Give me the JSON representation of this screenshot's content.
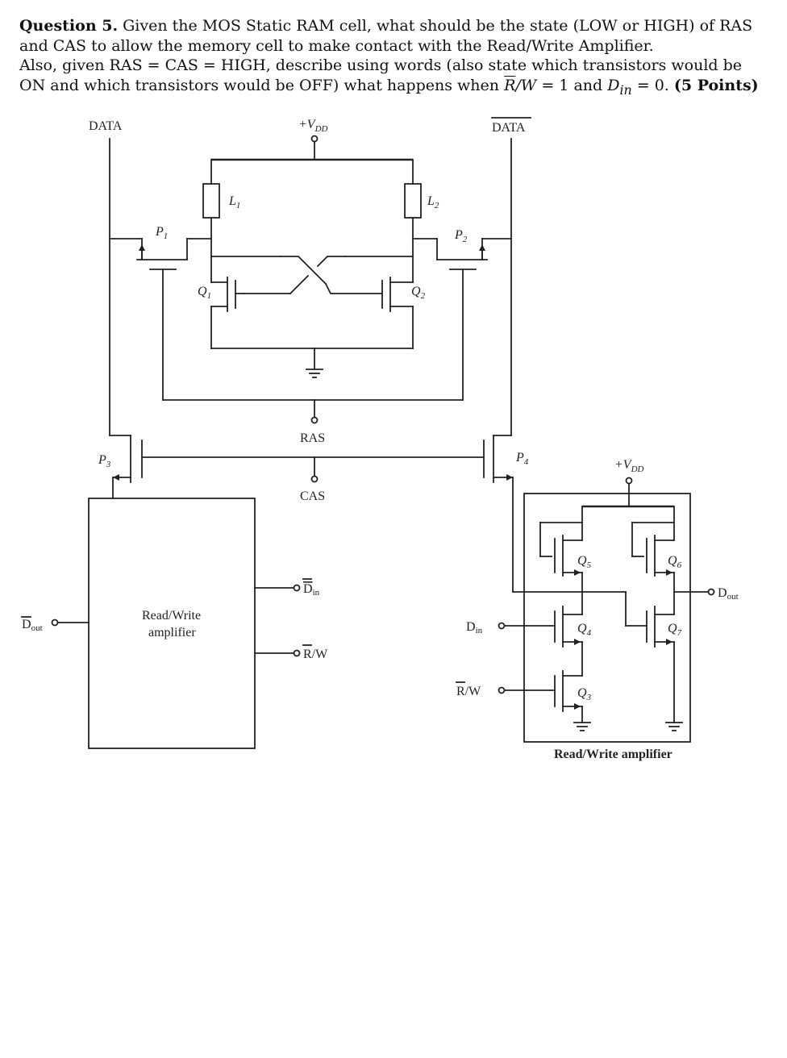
{
  "question": {
    "line1_bold": "Question 5.",
    "line1_rest": " Given the MOS Static RAM cell, what should be the state (LOW or HIGH) of RAS and CAS to allow the memory cell to make contact with the Read/Write Amplifier.",
    "line2_a": "Also, given RAS = CAS = HIGH, describe using words (also state which transistors would be ON and which transistors would be OFF) what happens when ",
    "rw_r": "R",
    "rw_rest": "/W",
    "line2_b": " = 1 and ",
    "din_d": "D",
    "din_sub": "in",
    "line2_c": " = 0. ",
    "points": "(5 Points)"
  },
  "diagram": {
    "data_left": "DATA",
    "data_right": "DATA",
    "vdd_top": "+V",
    "vdd_top_sub": "DD",
    "vdd_amp": "+V",
    "vdd_amp_sub": "DD",
    "L1": "L",
    "L1_sub": "1",
    "L2": "L",
    "L2_sub": "2",
    "P1": "P",
    "P1_sub": "1",
    "P2": "P",
    "P2_sub": "2",
    "P3": "P",
    "P3_sub": "3",
    "P4": "P",
    "P4_sub": "4",
    "Q1": "Q",
    "Q1_sub": "1",
    "Q2": "Q",
    "Q2_sub": "2",
    "Q3": "Q",
    "Q3_sub": "3",
    "Q4": "Q",
    "Q4_sub": "4",
    "Q5": "Q",
    "Q5_sub": "5",
    "Q6": "Q",
    "Q6_sub": "6",
    "Q7": "Q",
    "Q7_sub": "7",
    "ras": "RAS",
    "cas": "CAS",
    "din_bar": "D",
    "din_bar_sub": "in",
    "rw_bar_r": "R",
    "rw_bar_rest": "/W",
    "din_amp": "D",
    "din_amp_sub": "in",
    "rw_amp_r": "R",
    "rw_amp_rest": "/W",
    "dout_bar": "D",
    "dout_bar_sub": "out",
    "dout": "D",
    "dout_sub": "out",
    "rw_box_line1": "Read/Write",
    "rw_box_line2": "amplifier",
    "amp_caption": "Read/Write amplifier"
  }
}
